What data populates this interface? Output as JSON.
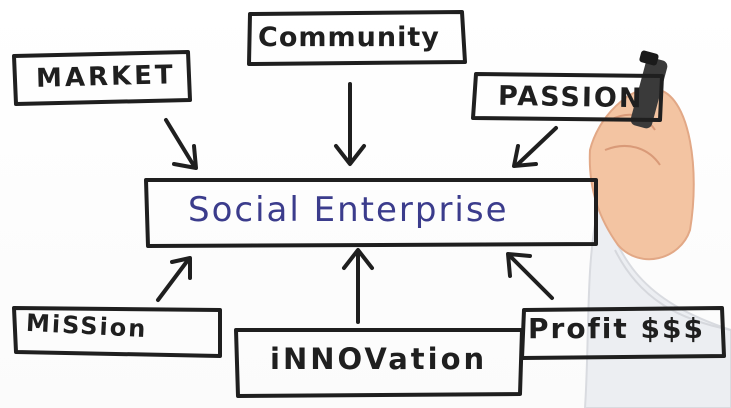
{
  "diagram": {
    "center": "Social Enterprise",
    "nodes": {
      "market": "MARKET",
      "community": "Community",
      "passion": "PASSION",
      "mission": "MiSSion",
      "innovation": "iNNOVation",
      "profit": "Profit $$$"
    }
  },
  "colors": {
    "ink": "#1f1f1f",
    "center_text": "#3b3c8c",
    "skin": "#f2c2a0",
    "sleeve": "#e9eaee"
  },
  "icons": [
    "hand-with-marker-icon"
  ]
}
